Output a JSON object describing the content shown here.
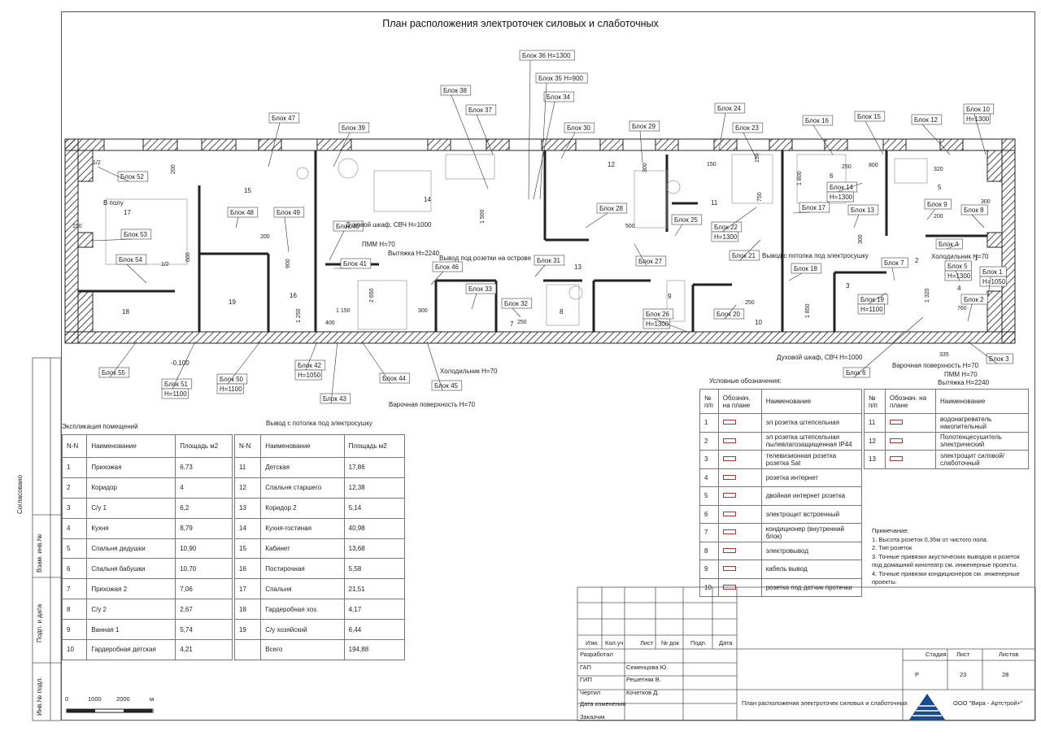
{
  "title": "План расположения электроточек силовых и слаботочных",
  "blocks": [
    {
      "id": "b36",
      "text": "Блок 36 Н=1300"
    },
    {
      "id": "b35",
      "text": "Блок 35 Н=900"
    },
    {
      "id": "b34",
      "text": "Блок 34"
    },
    {
      "id": "b38",
      "text": "Блок 38"
    },
    {
      "id": "b37",
      "text": "Блок 37"
    },
    {
      "id": "b47",
      "text": "Блок 47"
    },
    {
      "id": "b39",
      "text": "Блок 39"
    },
    {
      "id": "b30",
      "text": "Блок 30"
    },
    {
      "id": "b29",
      "text": "Блок 29"
    },
    {
      "id": "b24",
      "text": "Блок 24"
    },
    {
      "id": "b23",
      "text": "Блок 23"
    },
    {
      "id": "b16",
      "text": "Блок 16"
    },
    {
      "id": "b15",
      "text": "Блок 15"
    },
    {
      "id": "b12",
      "text": "Блок 12"
    },
    {
      "id": "b10",
      "text": "Блок 10"
    },
    {
      "id": "b10h",
      "text": "Н=1300"
    },
    {
      "id": "b52",
      "text": "Блок 52"
    },
    {
      "id": "b53",
      "text": "Блок 53"
    },
    {
      "id": "b54",
      "text": "Блок 54"
    },
    {
      "id": "b48",
      "text": "Блок 48"
    },
    {
      "id": "b49",
      "text": "Блок 49"
    },
    {
      "id": "b40",
      "text": "Блок 40"
    },
    {
      "id": "b41",
      "text": "Блок 41"
    },
    {
      "id": "b46",
      "text": "Блок 46"
    },
    {
      "id": "b31",
      "text": "Блок 31"
    },
    {
      "id": "b33",
      "text": "Блок 33"
    },
    {
      "id": "b32",
      "text": "Блок 32"
    },
    {
      "id": "b28",
      "text": "Блок 28"
    },
    {
      "id": "b27",
      "text": "Блок 27"
    },
    {
      "id": "b25",
      "text": "Блок 25"
    },
    {
      "id": "b22",
      "text": "Блок 22"
    },
    {
      "id": "b22h",
      "text": "Н=1300"
    },
    {
      "id": "b21",
      "text": "Блок 21"
    },
    {
      "id": "b17",
      "text": "Блок 17"
    },
    {
      "id": "b14",
      "text": "Блок 14"
    },
    {
      "id": "b14h",
      "text": "Н=1300"
    },
    {
      "id": "b13",
      "text": "Блок 13"
    },
    {
      "id": "b9",
      "text": "Блок 9"
    },
    {
      "id": "b8",
      "text": "Блок 8"
    },
    {
      "id": "b4",
      "text": "Блок 4"
    },
    {
      "id": "b5",
      "text": "Блок 5"
    },
    {
      "id": "b5h",
      "text": "Н=1300"
    },
    {
      "id": "b1",
      "text": "Блок 1"
    },
    {
      "id": "b1h",
      "text": "Н=1050"
    },
    {
      "id": "b7",
      "text": "Блок 7"
    },
    {
      "id": "b18",
      "text": "Блок 18"
    },
    {
      "id": "b19",
      "text": "Блок 19"
    },
    {
      "id": "b19h",
      "text": "Н=1100"
    },
    {
      "id": "b2",
      "text": "Блок 2"
    },
    {
      "id": "b26",
      "text": "Блок 26"
    },
    {
      "id": "b26h",
      "text": "Н=1300"
    },
    {
      "id": "b20",
      "text": "Блок 20"
    },
    {
      "id": "b55",
      "text": "Блок 55"
    },
    {
      "id": "b51",
      "text": "Блок 51"
    },
    {
      "id": "b51h",
      "text": "Н=1100"
    },
    {
      "id": "b50",
      "text": "Блок 50"
    },
    {
      "id": "b50h",
      "text": "Н=1100"
    },
    {
      "id": "b42",
      "text": "Блок 42"
    },
    {
      "id": "b42h",
      "text": "Н=1050"
    },
    {
      "id": "b44",
      "text": "Блок 44"
    },
    {
      "id": "b43",
      "text": "Блок 43"
    },
    {
      "id": "b45",
      "text": "Блок 45"
    },
    {
      "id": "b6",
      "text": "Блок 6"
    },
    {
      "id": "b3",
      "text": "Блок 3"
    }
  ],
  "annotations": [
    {
      "id": "a1",
      "text": "Духовой шкаф, СВЧ Н=1000"
    },
    {
      "id": "a2",
      "text": "ПММ Н=70"
    },
    {
      "id": "a3",
      "text": "Вытяжка Н=2240"
    },
    {
      "id": "a4",
      "text": "Вывод под розетки на острове"
    },
    {
      "id": "a5",
      "text": "Вывод с потолка под электросушку"
    },
    {
      "id": "a6",
      "text": "Холодильник Н=70"
    },
    {
      "id": "a7",
      "text": "Варочная поверхность Н=70"
    },
    {
      "id": "a8",
      "text": "Вывод с потолка под электросушку"
    },
    {
      "id": "a9",
      "text": "Холодильник Н=70"
    },
    {
      "id": "a10",
      "text": "Духовой шкаф, СВЧ Н=1000"
    },
    {
      "id": "a11",
      "text": "Варочная поверхность Н=70"
    },
    {
      "id": "a12",
      "text": "ПММ Н=70"
    },
    {
      "id": "a13",
      "text": "Вытяжка Н=2240"
    },
    {
      "id": "a14",
      "text": "В полу"
    },
    {
      "id": "a15",
      "text": "-0,100"
    }
  ],
  "dimensions": [
    "200",
    "150",
    "1/2",
    "600",
    "200",
    "1/2",
    "300",
    "1 500",
    "500",
    "300",
    "150",
    "250",
    "320",
    "300",
    "200",
    "1 800",
    "250",
    "800",
    "150",
    "750",
    "300",
    "400",
    "2 650",
    "1 150",
    "1 250",
    "900",
    "250",
    "760",
    "1 320",
    "335",
    "1 850"
  ],
  "room_numbers": [
    "17",
    "16",
    "18",
    "19",
    "15",
    "14",
    "12",
    "11",
    "13",
    "8",
    "9",
    "10",
    "7",
    "6",
    "5",
    "4",
    "3",
    "2",
    "1"
  ],
  "rooms": {
    "caption": "Экспликация помещений",
    "headers": [
      "N-N",
      "Наименование",
      "Площадь м2"
    ],
    "left": [
      [
        "1",
        "Прихожая",
        "6,73"
      ],
      [
        "2",
        "Коридор",
        "4"
      ],
      [
        "3",
        "С/у 1",
        "6,2"
      ],
      [
        "4",
        "Кухня",
        "8,79"
      ],
      [
        "5",
        "Спальня дедушки",
        "10,90"
      ],
      [
        "6",
        "Спальня бабушки",
        "10,70"
      ],
      [
        "7",
        "Прихожая 2",
        "7,06"
      ],
      [
        "8",
        "С/у 2",
        "2,67"
      ],
      [
        "9",
        "Ванная 1",
        "5,74"
      ],
      [
        "10",
        "Гардеробная детская",
        "4,21"
      ]
    ],
    "right": [
      [
        "11",
        "Детская",
        "17,86"
      ],
      [
        "12",
        "Спальня старшего",
        "12,38"
      ],
      [
        "13",
        "Коридор 2",
        "5,14"
      ],
      [
        "14",
        "Кухня-гостиная",
        "40,98"
      ],
      [
        "15",
        "Кабинет",
        "13,68"
      ],
      [
        "16",
        "Постирочная",
        "5,58"
      ],
      [
        "17",
        "Спальня",
        "21,51"
      ],
      [
        "18",
        "Гардеробная хоз.",
        "4,17"
      ],
      [
        "19",
        "С/у хозяйский",
        "6,44"
      ],
      [
        "",
        "Всего",
        "194,88"
      ]
    ]
  },
  "legend": {
    "caption": "Условные обозначения:",
    "headers": [
      "№ п/п",
      "Обознач. на плане",
      "Наименование"
    ],
    "left": [
      [
        "1",
        "эл розетка штепсельная"
      ],
      [
        "2",
        "эл розетка штепсельная пылевлагозащищенная IP44"
      ],
      [
        "3",
        "телевизионная розетка розетка Sat"
      ],
      [
        "4",
        "розетка интернет"
      ],
      [
        "5",
        "двойная интернет розетка"
      ],
      [
        "6",
        "электрощит встроенный"
      ],
      [
        "7",
        "кондиционер (внутренний блок)"
      ],
      [
        "8",
        "электровывод"
      ],
      [
        "9",
        "кабель вывод"
      ],
      [
        "10",
        "розетка под датчик протечки"
      ]
    ],
    "right": [
      [
        "11",
        "водонагреватель накопительный"
      ],
      [
        "12",
        "Полотенцесушитель электрический"
      ],
      [
        "13",
        "электрощит силовой/ слаботочный"
      ]
    ]
  },
  "notes": {
    "title": "Примечание:",
    "items": [
      "1. Высота розеток 0,35м от чистого пола.",
      "2. Тип розеток",
      "3. Точные привязки акустических выводов и розеток под домашний кинотеатр см. инженерные проекты.",
      "4. Точные привязки кондиционеров см. инженерные проекты."
    ]
  },
  "stamp": {
    "cols": [
      "Изм.",
      "Кол.уч",
      "Лист",
      "№ док",
      "Подп.",
      "Дата"
    ],
    "roles": [
      "Разработал",
      "ГАП",
      "ГИП",
      "Чертил",
      "Дата изменения",
      "Заказчик"
    ],
    "names": [
      "",
      "Семенцова Ю.",
      "Решетняк В.",
      "Кочетков Д.",
      "",
      ""
    ],
    "stage_label": "Стадия",
    "stage": "Р",
    "sheet_label": "Лист",
    "sheet": "23",
    "sheets_label": "Листов",
    "sheets": "28",
    "doc_title": "План расположения электроточек силовых и слаботочных",
    "company": "ООО \"Вира - Артстрой+\""
  },
  "left_bar": [
    "Согласовано",
    "Взам. инв.№",
    "Подп. и дата",
    "Инв.№ подл."
  ],
  "scale": {
    "ticks": [
      "0",
      "1000",
      "2000",
      "м"
    ]
  }
}
